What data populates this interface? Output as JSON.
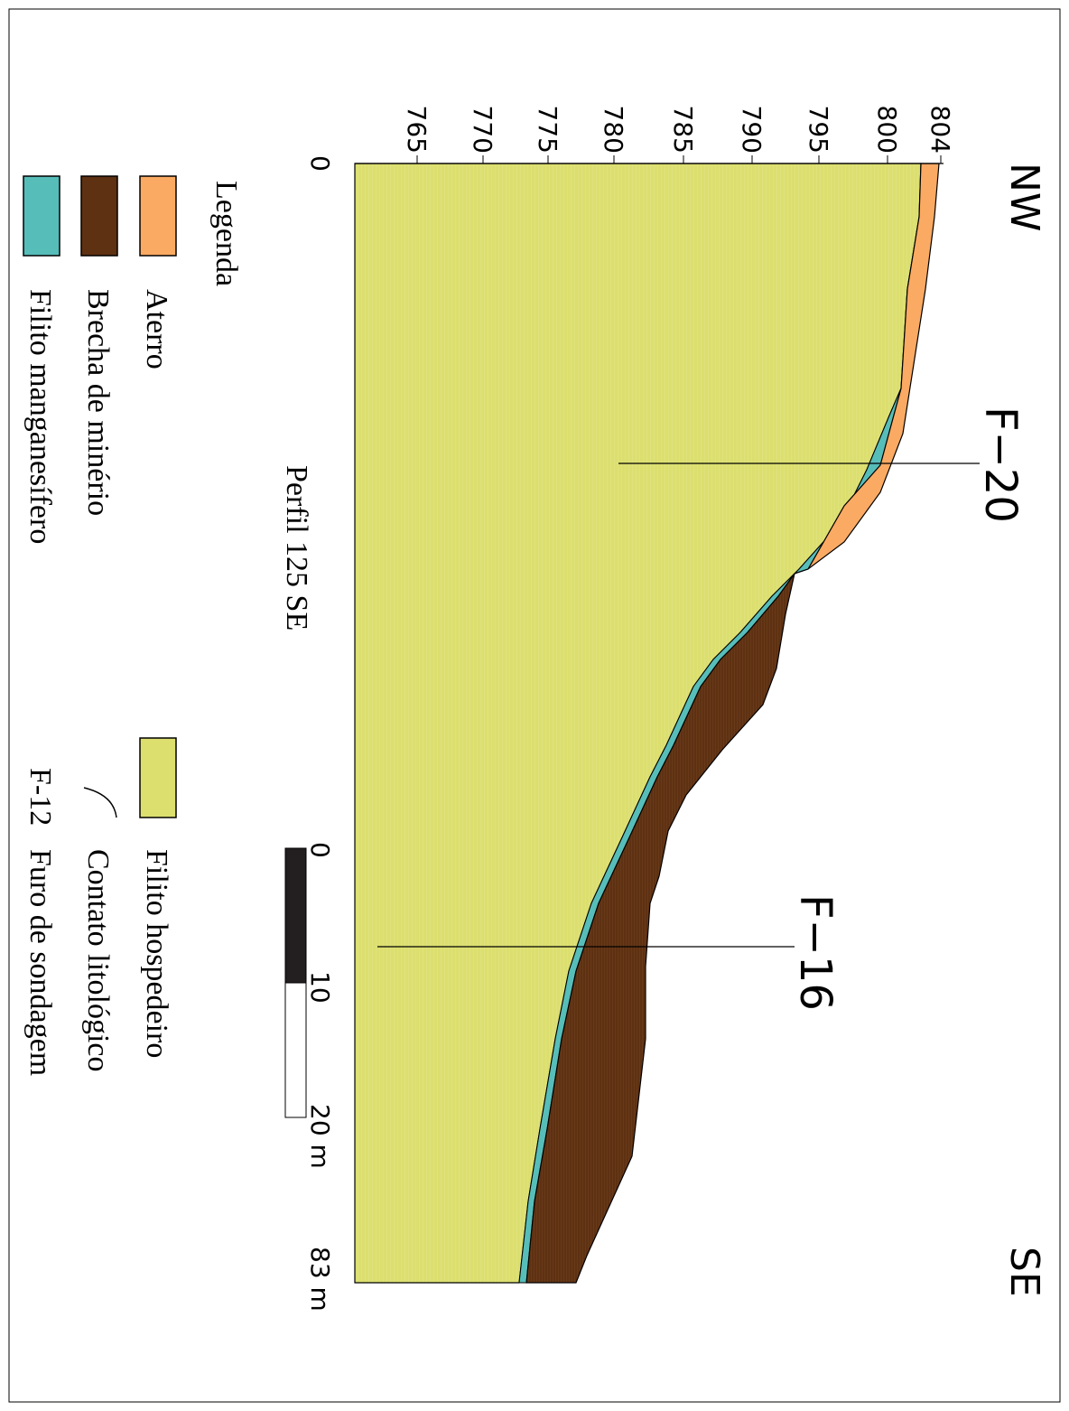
{
  "section": {
    "orientation_start": "NW",
    "orientation_end": "SE",
    "title": "Perfil 125 SE",
    "elevation_ticks": [
      "765",
      "770",
      "775",
      "780",
      "785",
      "790",
      "795",
      "800",
      "804"
    ],
    "distance_start_label": "0",
    "distance_end_label": "83 m",
    "drill_holes": [
      "F−20",
      "F−16"
    ]
  },
  "scale_bar": {
    "labels": [
      "0",
      "10",
      "20 m"
    ]
  },
  "legend": {
    "title": "Legenda",
    "items": [
      {
        "label": "Aterro",
        "color": "#FBAA63"
      },
      {
        "label": "Brecha de minério",
        "color": "#5E3112"
      },
      {
        "label": "Filito manganesífero",
        "color": "#57BDB9"
      },
      {
        "label": "Filito hospedeiro",
        "color": "#DCDF6E"
      },
      {
        "label": "Contato litológico",
        "icon": "contact-line-icon"
      },
      {
        "label": "Furo de sondagem",
        "symbol": "F-12"
      }
    ]
  }
}
